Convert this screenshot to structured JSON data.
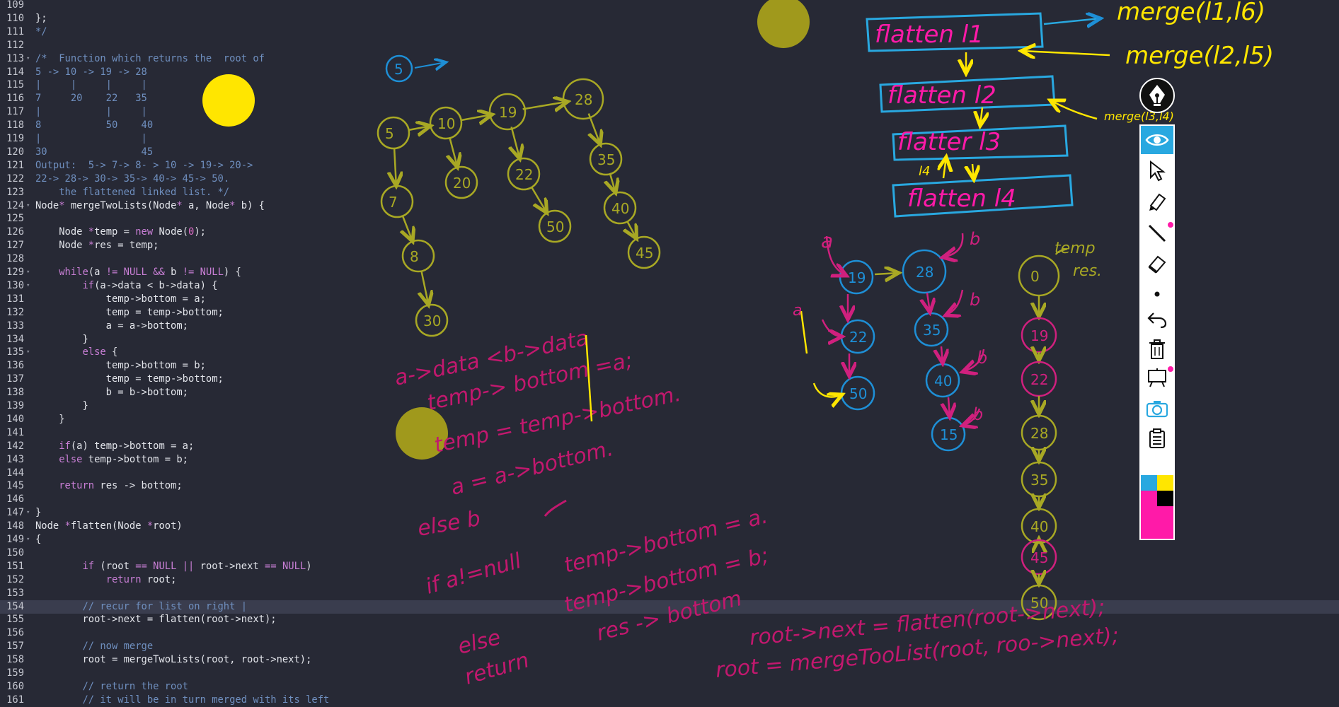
{
  "code_lines": [
    {
      "n": "109",
      "text": "",
      "fold": false
    },
    {
      "n": "110",
      "text": "};",
      "fold": false
    },
    {
      "n": "111",
      "text": "*/",
      "fold": false,
      "cls": "cm"
    },
    {
      "n": "112",
      "text": "",
      "fold": false
    },
    {
      "n": "113",
      "text": "/*  Function which returns the  root of",
      "fold": true,
      "cls": "cm"
    },
    {
      "n": "114",
      "text": "5 -> 10 -> 19 -> 28",
      "fold": false,
      "cls": "cm"
    },
    {
      "n": "115",
      "text": "|     |     |     |",
      "fold": false,
      "cls": "cm"
    },
    {
      "n": "116",
      "text": "7     20    22   35",
      "fold": false,
      "cls": "cm"
    },
    {
      "n": "117",
      "text": "|           |     |",
      "fold": false,
      "cls": "cm"
    },
    {
      "n": "118",
      "text": "8           50    40",
      "fold": false,
      "cls": "cm"
    },
    {
      "n": "119",
      "text": "|                 |",
      "fold": false,
      "cls": "cm"
    },
    {
      "n": "120",
      "text": "30                45",
      "fold": false,
      "cls": "cm"
    },
    {
      "n": "121",
      "text": "Output:  5-> 7-> 8- > 10 -> 19-> 20->",
      "fold": false,
      "cls": "cm"
    },
    {
      "n": "122",
      "text": "22-> 28-> 30-> 35-> 40-> 45-> 50.",
      "fold": false,
      "cls": "cm"
    },
    {
      "n": "123",
      "text": "    the flattened linked list. */",
      "fold": false,
      "cls": "cm"
    },
    {
      "n": "124",
      "text": "Node* mergeTwoLists(Node* a, Node* b) {",
      "fold": true
    },
    {
      "n": "125",
      "text": "",
      "fold": false
    },
    {
      "n": "126",
      "text": "    Node *temp = new Node(0);",
      "fold": false
    },
    {
      "n": "127",
      "text": "    Node *res = temp;",
      "fold": false
    },
    {
      "n": "128",
      "text": "",
      "fold": false
    },
    {
      "n": "129",
      "text": "    while(a != NULL && b != NULL) {",
      "fold": true
    },
    {
      "n": "130",
      "text": "        if(a->data < b->data) {",
      "fold": true
    },
    {
      "n": "131",
      "text": "            temp->bottom = a;",
      "fold": false
    },
    {
      "n": "132",
      "text": "            temp = temp->bottom;",
      "fold": false
    },
    {
      "n": "133",
      "text": "            a = a->bottom;",
      "fold": false
    },
    {
      "n": "134",
      "text": "        }",
      "fold": false
    },
    {
      "n": "135",
      "text": "        else {",
      "fold": true
    },
    {
      "n": "136",
      "text": "            temp->bottom = b;",
      "fold": false
    },
    {
      "n": "137",
      "text": "            temp = temp->bottom;",
      "fold": false
    },
    {
      "n": "138",
      "text": "            b = b->bottom;",
      "fold": false
    },
    {
      "n": "139",
      "text": "        }",
      "fold": false
    },
    {
      "n": "140",
      "text": "    }",
      "fold": false
    },
    {
      "n": "141",
      "text": "",
      "fold": false
    },
    {
      "n": "142",
      "text": "    if(a) temp->bottom = a;",
      "fold": false
    },
    {
      "n": "143",
      "text": "    else temp->bottom = b;",
      "fold": false
    },
    {
      "n": "144",
      "text": "",
      "fold": false
    },
    {
      "n": "145",
      "text": "    return res -> bottom;",
      "fold": false
    },
    {
      "n": "146",
      "text": "",
      "fold": false
    },
    {
      "n": "147",
      "text": "}",
      "fold": true
    },
    {
      "n": "148",
      "text": "Node *flatten(Node *root)",
      "fold": false
    },
    {
      "n": "149",
      "text": "{",
      "fold": true
    },
    {
      "n": "150",
      "text": "",
      "fold": false
    },
    {
      "n": "151",
      "text": "        if (root == NULL || root->next == NULL)",
      "fold": false
    },
    {
      "n": "152",
      "text": "            return root;",
      "fold": false
    },
    {
      "n": "153",
      "text": "",
      "fold": false
    },
    {
      "n": "154",
      "text": "        // recur for list on right |",
      "fold": false,
      "cls": "cm",
      "active": true
    },
    {
      "n": "155",
      "text": "        root->next = flatten(root->next);",
      "fold": false
    },
    {
      "n": "156",
      "text": "",
      "fold": false
    },
    {
      "n": "157",
      "text": "        // now merge",
      "fold": false,
      "cls": "cm"
    },
    {
      "n": "158",
      "text": "        root = mergeTwoLists(root, root->next);",
      "fold": false
    },
    {
      "n": "159",
      "text": "",
      "fold": false
    },
    {
      "n": "160",
      "text": "        // return the root",
      "fold": false,
      "cls": "cm"
    },
    {
      "n": "161",
      "text": "        // it will be in turn merged with its left",
      "fold": false,
      "cls": "cm"
    }
  ],
  "annotations": {
    "top_flow": {
      "boxes": [
        "flatten l1",
        "flatten l2",
        "flatter l3",
        "flatten l4"
      ],
      "merges": [
        "merge(l1,l6)",
        "merge(l2,l5)",
        "merge(l3,l4)"
      ],
      "small_label": "l4"
    },
    "tree_nodes": [
      "5",
      "10",
      "19",
      "28",
      "7",
      "20",
      "22",
      "35",
      "8",
      "50",
      "40",
      "30",
      "45"
    ],
    "lone_node": "5",
    "notes_yellow": [],
    "notes_pink": [
      "a->data <b->data",
      "temp-> bottom =a;",
      "temp =  temp->bottom.",
      "a = a->bottom.",
      "else  b",
      "if a!=null",
      "temp->bottom = a.",
      "temp->bottom = b;",
      "else",
      "return",
      "res -> bottom",
      "root->next = flatten(root->next);",
      "root = mergeTooList(root, roo->next);"
    ],
    "merge_demo": {
      "a_label": "a",
      "b_labels": [
        "b",
        "b",
        "b",
        "b"
      ],
      "a_nodes": [
        "19",
        "22",
        "50"
      ],
      "b_nodes": [
        "28",
        "35",
        "40",
        "15"
      ],
      "temp_label": "temp",
      "res_label": "res.",
      "result_nodes": [
        "0",
        "19",
        "22",
        "28",
        "35",
        "40",
        "45",
        "50"
      ]
    }
  },
  "toolbar": {
    "tools": [
      "pen-icon",
      "eye-icon",
      "pointer-icon",
      "highlighter-icon",
      "line-icon",
      "eraser-icon",
      "dot-icon",
      "undo-icon",
      "trash-icon",
      "whiteboard-icon",
      "camera-icon",
      "clipboard-icon"
    ],
    "selected": "eye-icon",
    "colors": {
      "cyan": "#29a8e0",
      "yellow": "#ffe600",
      "magenta": "#ff1aa8",
      "black": "#000000"
    }
  },
  "colors": {
    "bg": "#272935",
    "olive": "#a8a824",
    "pink": "#d0207e",
    "blue": "#1e8fd6",
    "yellow": "#ffe600"
  }
}
